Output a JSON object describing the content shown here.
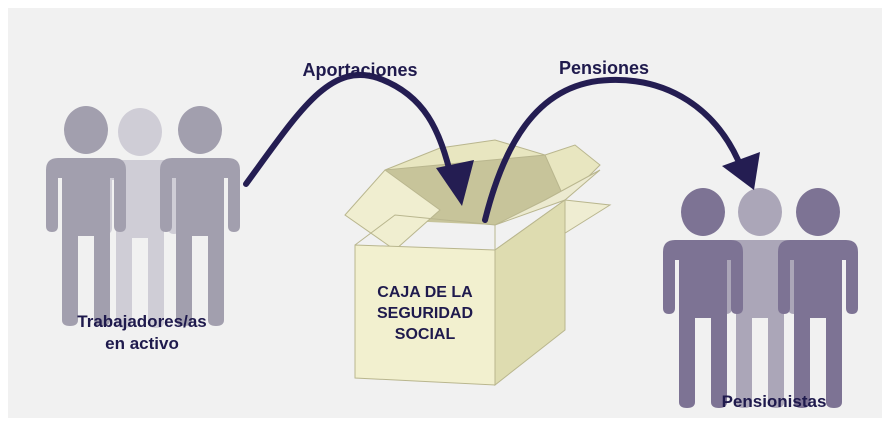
{
  "arrows": {
    "contributions": "Aportaciones",
    "pensions": "Pensiones"
  },
  "groups": {
    "workers_line1": "Trabajadores/as",
    "workers_line2": "en activo",
    "pensioners": "Pensionistas"
  },
  "box": {
    "line1": "CAJA DE LA",
    "line2": "SEGURIDAD",
    "line3": "SOCIAL"
  },
  "colors": {
    "background": "#f1f1f1",
    "workers_figure": "#a29fae",
    "workers_figure_light": "#cfcdd6",
    "pensioners_figure": "#7d7394",
    "pensioners_figure_light": "#aba6b8",
    "arrow": "#241d52",
    "box_front": "#f2f0cf",
    "box_side": "#dedcb0",
    "box_inside": "#c7c49a",
    "text": "#1f1a4d"
  }
}
